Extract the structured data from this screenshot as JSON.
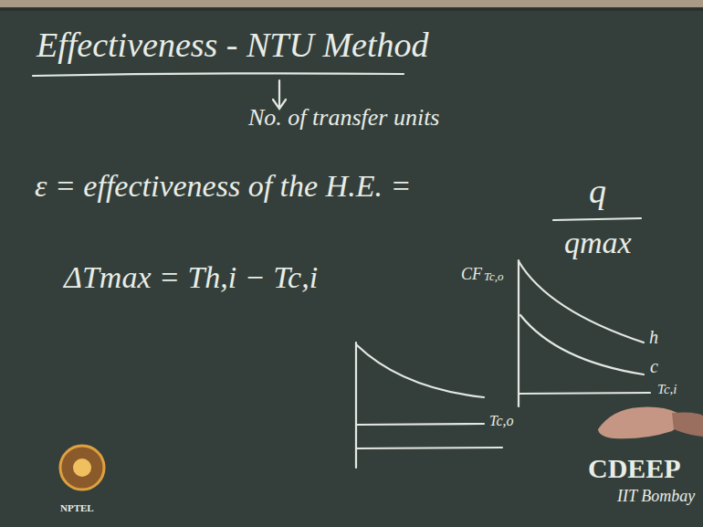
{
  "diagram": {
    "title": "Effectiveness - NTU Method",
    "labels": [
      "No. of transfer units",
      "ε = effectiveness of the H.E. =",
      "q",
      "qmax",
      "ΔTmax = Th,i − Tc,i",
      "CF",
      "Tc,o",
      "h",
      "c",
      "Tc,i",
      "Tc,o",
      "CDEEP",
      "IIT Bombay",
      "NPTEL"
    ]
  }
}
